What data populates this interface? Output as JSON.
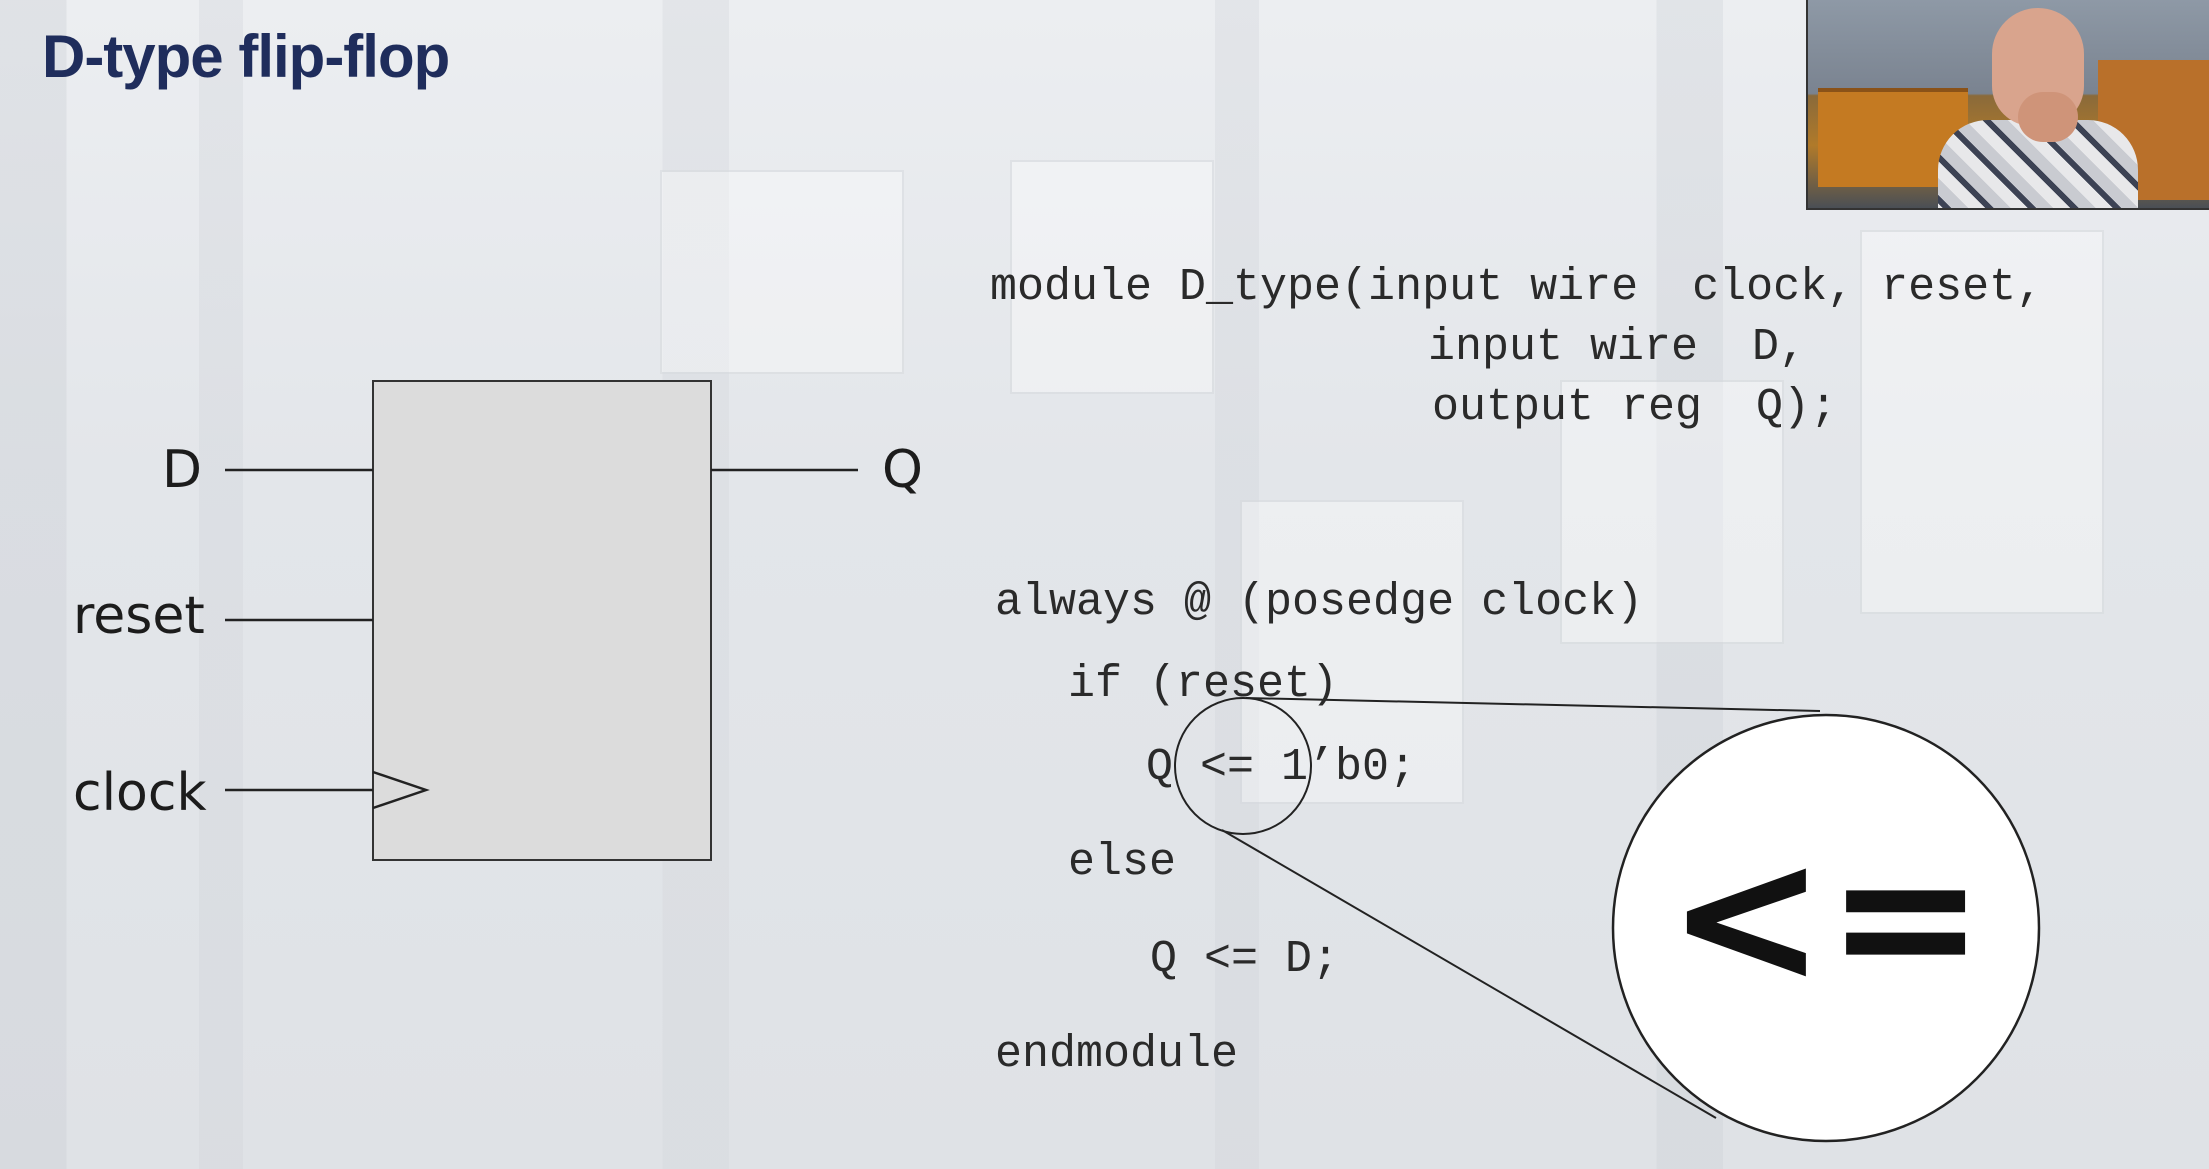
{
  "slide": {
    "title": "D-type flip-flop"
  },
  "diagram": {
    "inputs": [
      "D",
      "reset",
      "clock"
    ],
    "output": "Q"
  },
  "code": {
    "module_line1": "module D_type(input wire  clock, reset,",
    "module_line2": "input wire  D,",
    "module_line3": "output reg  Q);",
    "always_line": "always @ (posedge clock)",
    "if_line": "if (reset)",
    "assign_reset_line": "Q <= 1’b0;",
    "else_line": "else",
    "assign_d_line": "Q <= D;",
    "end_line": "endmodule"
  },
  "callout": {
    "magnified_text": "<="
  },
  "webcam": {
    "icon": "presenter-video-feed"
  },
  "colors": {
    "title": "#1f2d5c",
    "block_fill": "#dcdcdc",
    "background": "#e6e8eb"
  }
}
